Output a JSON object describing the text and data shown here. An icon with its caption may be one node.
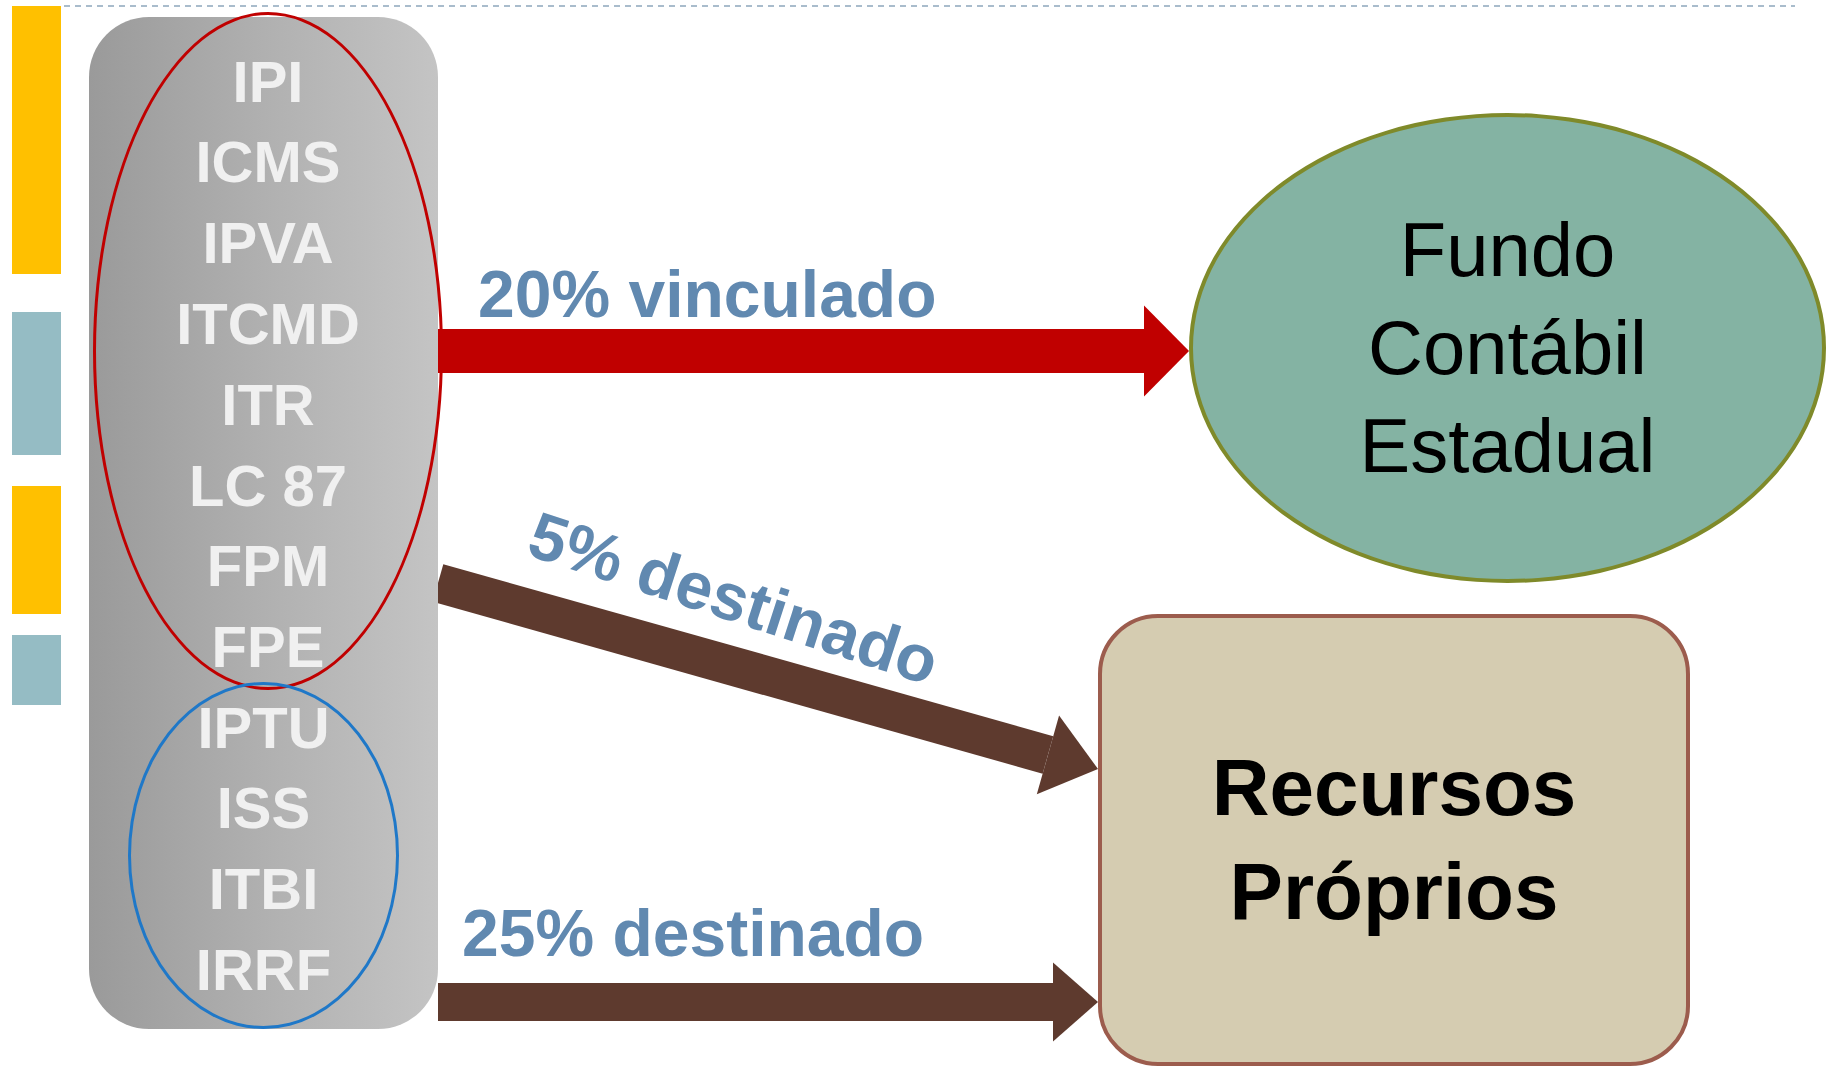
{
  "diagram": {
    "nodes": [
      {
        "text": [],
        "shape": "box"
      },
      {
        "text": [
          "IPI",
          "ICMS",
          "IPVA",
          "ITCMD",
          "ITR",
          "LC 87",
          "FPM",
          "FPE"
        ],
        "in": 0
      },
      {
        "text": [
          "IPTU",
          "ISS",
          "ITBI",
          "IRRF"
        ],
        "in": 0
      },
      {
        "text": [
          "Fundo Contábil Estadual"
        ]
      },
      {
        "text": [
          "Recursos Próprios"
        ]
      }
    ],
    "edges": [
      {
        "from": 0,
        "to": 3,
        "arrow": "to",
        "label": "20% vinculado",
        "color": "#c00000"
      },
      {
        "from": 0,
        "to": 4,
        "arrow": "to",
        "label": "5% destinado"
      },
      {
        "from": 0,
        "to": 4,
        "arrow": "to",
        "label": "25% destinado"
      }
    ]
  }
}
